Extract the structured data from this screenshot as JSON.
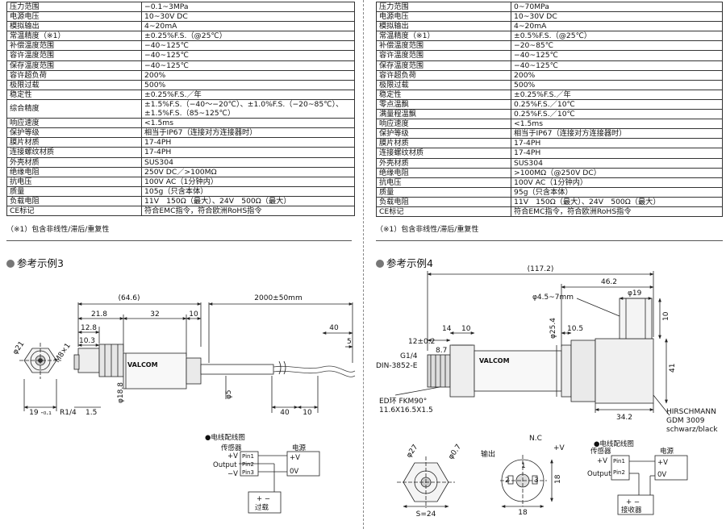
{
  "left_table": [
    {
      "k": "压力范围",
      "v": "−0.1~3MPa"
    },
    {
      "k": "电源电压",
      "v": "10~30V DC"
    },
    {
      "k": "模拟输出",
      "v": "4~20mA"
    },
    {
      "k": "常温精度（※1）",
      "v": "±0.25%F.S.（@25℃）"
    },
    {
      "k": "补偿温度范围",
      "v": "−40~125℃"
    },
    {
      "k": "容许温度范围",
      "v": "−40~125℃"
    },
    {
      "k": "保存温度范围",
      "v": "−40~125℃"
    },
    {
      "k": "容许超负荷",
      "v": "200%"
    },
    {
      "k": "极限过载",
      "v": "500%"
    },
    {
      "k": "稳定性",
      "v": "±0.25%F.S.／年"
    },
    {
      "k": "综合精度",
      "v": "±1.5%F.S.（−40～−20℃）、±1.0%F.S.（−20~85℃）、\n±1.5%F.S.（85~125℃）"
    },
    {
      "k": "响应速度",
      "v": "<1.5ms"
    },
    {
      "k": "保护等级",
      "v": "相当于IP67（连接对方连接器时）"
    },
    {
      "k": "膜片材质",
      "v": "17-4PH"
    },
    {
      "k": "连接螺纹材质",
      "v": "17-4PH"
    },
    {
      "k": "外壳材质",
      "v": "SUS304"
    },
    {
      "k": "绝缘电阻",
      "v": "250V DC／>100MΩ"
    },
    {
      "k": "抗电压",
      "v": "100V AC（1分钟内）"
    },
    {
      "k": "质量",
      "v": "105g（只含本体）"
    },
    {
      "k": "负载电阻",
      "v": "11V　150Ω（最大）、24V　500Ω（最大）"
    },
    {
      "k": "CE标记",
      "v": "符合EMC指令，符合欧洲RoHS指令"
    }
  ],
  "right_table": [
    {
      "k": "压力范围",
      "v": "0~70MPa"
    },
    {
      "k": "电源电压",
      "v": "10~30V DC"
    },
    {
      "k": "模拟输出",
      "v": "4~20mA"
    },
    {
      "k": "常温精度（※1）",
      "v": "±0.5%F.S.（@25℃）"
    },
    {
      "k": "补偿温度范围",
      "v": "−20~85℃"
    },
    {
      "k": "容许温度范围",
      "v": "−40~125℃"
    },
    {
      "k": "保存温度范围",
      "v": "−40~125℃"
    },
    {
      "k": "容许超负荷",
      "v": "200%"
    },
    {
      "k": "极限过载",
      "v": "500%"
    },
    {
      "k": "稳定性",
      "v": "±0.25%F.S.／年"
    },
    {
      "k": "零点温飘",
      "v": "0.25%F.S.／10℃"
    },
    {
      "k": "满量程温飘",
      "v": "0.25%F.S.／10℃"
    },
    {
      "k": "响应速度",
      "v": "<1.5ms"
    },
    {
      "k": "保护等级",
      "v": "相当于IP67（连接对方连接器时）"
    },
    {
      "k": "膜片材质",
      "v": "17-4PH"
    },
    {
      "k": "连接螺纹材质",
      "v": "17-4PH"
    },
    {
      "k": "外壳材质",
      "v": "SUS304"
    },
    {
      "k": "绝缘电阻",
      "v": ">100MΩ（@250V DC）"
    },
    {
      "k": "抗电压",
      "v": "100V AC（1分钟内）"
    },
    {
      "k": "质量",
      "v": "95g（只含本体）"
    },
    {
      "k": "负载电阻",
      "v": "11V　150Ω（最大）、24V　500Ω（最大）"
    },
    {
      "k": "CE标记",
      "v": "符合EMC指令，符合欧洲RoHS指令"
    }
  ],
  "note_left": "（※1）包含非线性/滞后/重复性",
  "note_right": "（※1）包含非线性/滞后/重复性",
  "section3": {
    "title": "参考示例3",
    "dims": {
      "total": "(64.6)",
      "cable": "2000±50mm",
      "d21_8": "21.8",
      "d32": "32",
      "d10a": "10",
      "d12_8": "12.8",
      "d10_3": "10.3",
      "phi21": "φ21",
      "m8": "M8×1",
      "r14": "R1/4",
      "d1_5": "1.5",
      "d19": "19 -₀.₁",
      "phi18_8": "φ18.8",
      "phi5": "φ5",
      "d40a": "40",
      "d5": "5",
      "d40b": "40",
      "d10b": "10"
    },
    "brand": "VALCOM",
    "wiring_title": "●电线配线图",
    "sensor": "传感器",
    "power": "电源",
    "output": "Output",
    "pv": "+V",
    "mv": "−V",
    "pin1": "Pin1",
    "pin2": "Pin2",
    "pin3": "Pin3",
    "v_plus": "+V",
    "v_zero": "0V",
    "pm": "+ −",
    "meter": "过载"
  },
  "section4": {
    "title": "参考示例4",
    "dims": {
      "total": "(117.2)",
      "d46_2": "46.2",
      "phi19": "φ19",
      "phi4_5": "φ4.5~7mm",
      "d12": "12±0.2",
      "d14": "14",
      "d10a": "10",
      "d10_5": "10.5",
      "d10b": "10",
      "phi25_4": "φ25.4",
      "d41": "41",
      "d8_7": "8.7",
      "g14": "G1/4",
      "din": "DIN-3852-E",
      "ed": "ED环 FKM90°",
      "ed2": "11.6X16.5X1.5",
      "d34_2": "34.2",
      "hirsch": "HIRSCHMANN",
      "gdm": "GDM 3009",
      "schwarz": "schwarz/black",
      "phi27": "φ27",
      "phi0_7": "φ0.7",
      "s24": "S=24",
      "nc": "N.C",
      "pv": "+V",
      "out": "输出",
      "n1": "1",
      "n2": "2",
      "n3": "3",
      "d18a": "18",
      "d18b": "18"
    },
    "brand": "VALCOM",
    "wiring_title": "●电线配线图",
    "sensor": "传感器",
    "power": "电源",
    "output": "Output",
    "pv": "+V",
    "pin1": "Pin1",
    "pin2": "Pin2",
    "v_plus": "+V",
    "v_zero": "0V",
    "pm": "+ −",
    "meter": "接收器"
  }
}
